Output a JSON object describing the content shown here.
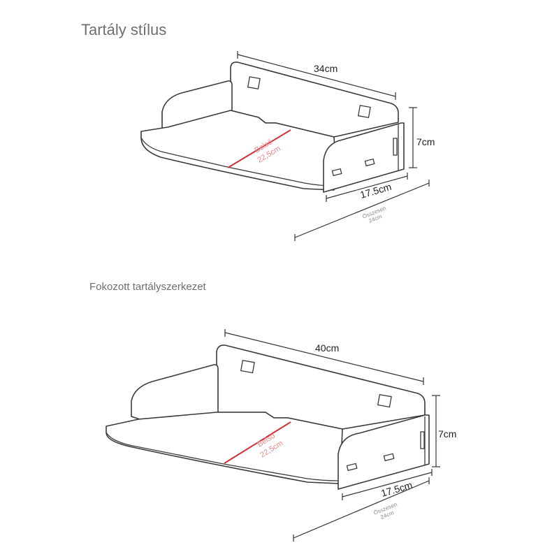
{
  "sections": [
    {
      "title": "Tartály stílus",
      "width": "34cm",
      "height": "7cm",
      "depth": "17.5cm",
      "total_label": "Összesen",
      "total_value": "24cm",
      "inner_label": "Belső",
      "inner_value": "22,5cm"
    },
    {
      "title": "Fokozott tartályszerkezet",
      "width": "40cm",
      "height": "7cm",
      "depth": "17.5cm",
      "total_label": "Összesen",
      "total_value": "24cm",
      "inner_label": "Belső",
      "inner_value": "22,5cm"
    }
  ],
  "colors": {
    "heading": "#6e6e6e",
    "inner_line": "#d0323a",
    "outline": "#3a3a3a"
  }
}
